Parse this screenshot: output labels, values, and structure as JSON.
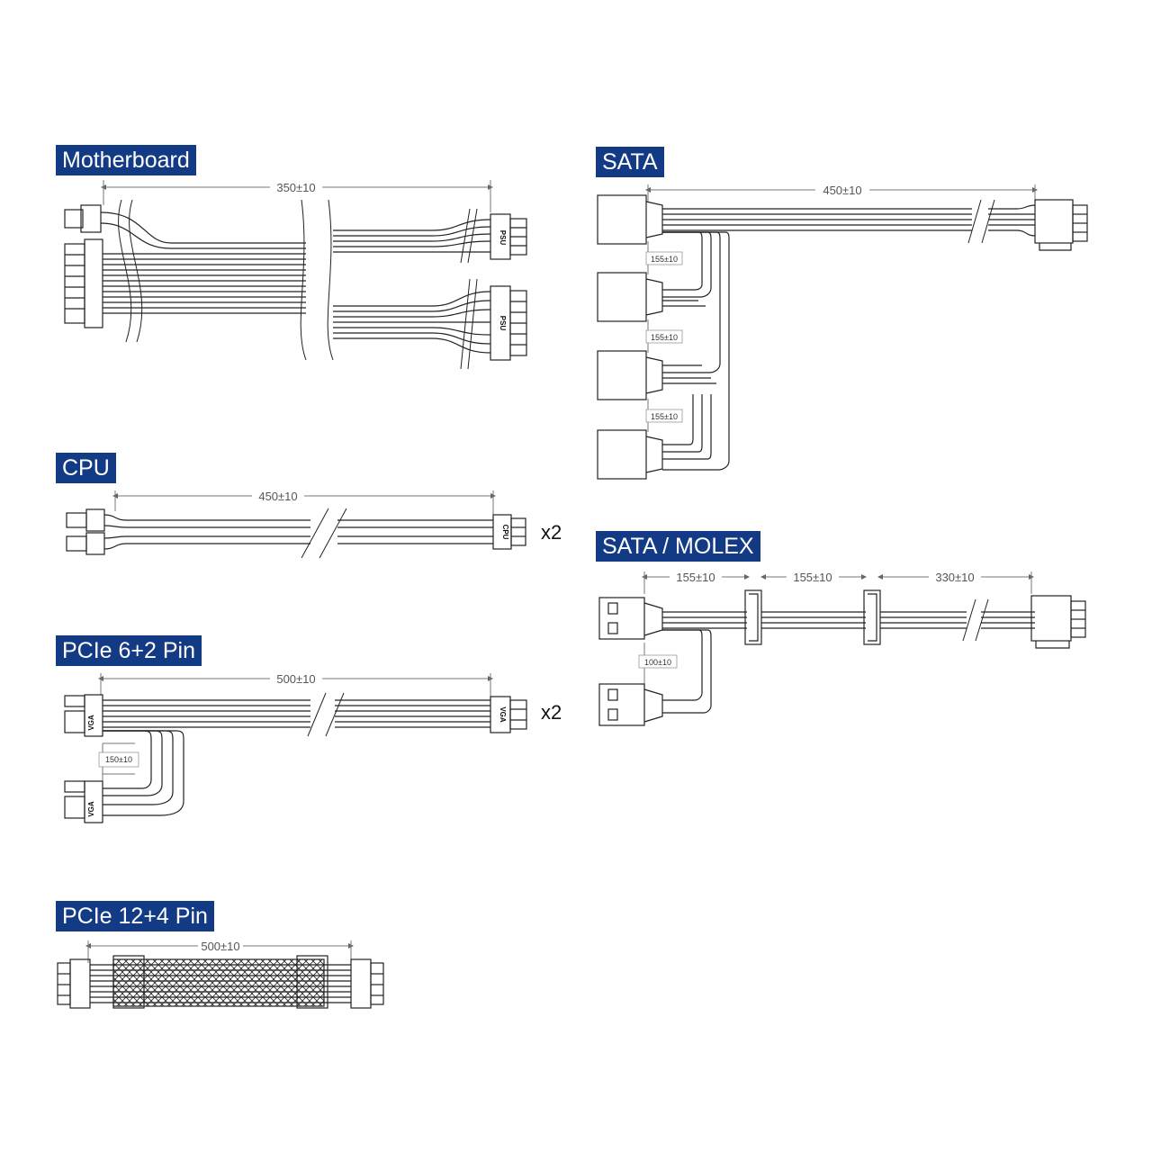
{
  "sections": {
    "motherboard": {
      "title": "Motherboard",
      "length": "350±10",
      "tag1": "PSU",
      "tag2": "PSU"
    },
    "cpu": {
      "title": "CPU",
      "length": "450±10",
      "tag": "CPU",
      "multiplier": "x2"
    },
    "pcie62": {
      "title": "PCIe 6+2 Pin",
      "length": "500±10",
      "branch": "150±10",
      "tag_main": "VGA",
      "tag_psu": "VGA",
      "tag_branch": "VGA",
      "multiplier": "x2"
    },
    "pcie124": {
      "title": "PCIe 12+4 Pin",
      "length": "500±10"
    },
    "sata": {
      "title": "SATA",
      "length": "450±10",
      "spacing1": "155±10",
      "spacing2": "155±10",
      "spacing3": "155±10"
    },
    "sata_molex": {
      "title": "SATA / MOLEX",
      "seg1": "155±10",
      "seg2": "155±10",
      "seg3": "330±10",
      "branch": "100±10"
    }
  },
  "colors": {
    "label_bg": "#123a85",
    "label_text": "#ffffff",
    "line": "#222222"
  }
}
